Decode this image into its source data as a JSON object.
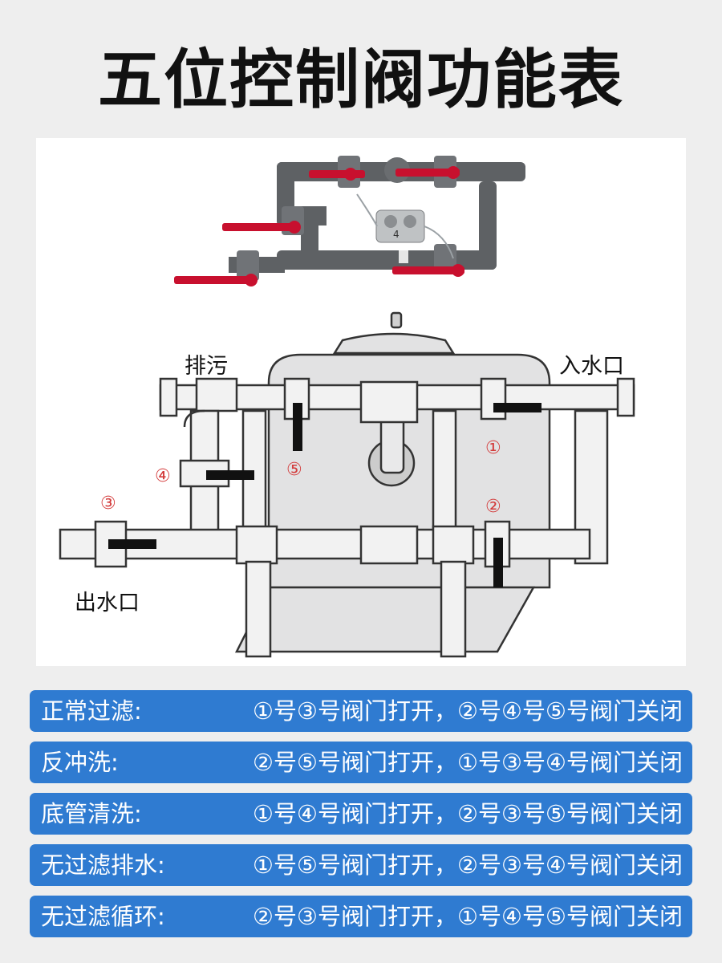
{
  "title": "五位控制阀功能表",
  "diagram": {
    "labels": {
      "drain": "排污",
      "inlet": "入水口",
      "outlet": "出水口",
      "v1": "①",
      "v2": "②",
      "v3": "③",
      "v4": "④",
      "v5": "⑤"
    },
    "photo_tag": "4",
    "colors": {
      "handle": "#c8102e",
      "pipe": "#5e6164",
      "valve_marker": "#d33a3a"
    }
  },
  "modes": [
    {
      "name": "正常过滤:",
      "desc": "①号③号阀门打开，②号④号⑤号阀门关闭"
    },
    {
      "name": "反冲洗:",
      "desc": "②号⑤号阀门打开，①号③号④号阀门关闭"
    },
    {
      "name": "底管清洗:",
      "desc": "①号④号阀门打开，②号③号⑤号阀门关闭"
    },
    {
      "name": "无过滤排水:",
      "desc": "①号⑤号阀门打开，②号③号④号阀门关闭"
    },
    {
      "name": "无过滤循环:",
      "desc": "②号③号阀门打开，①号④号⑤号阀门关闭"
    }
  ],
  "row_color": "#2f7bd1"
}
